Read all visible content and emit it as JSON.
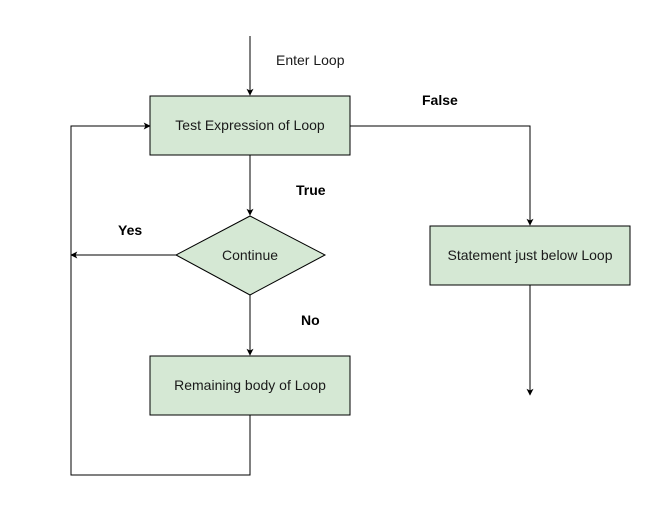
{
  "colors": {
    "node_fill": "#d5e8d4",
    "node_stroke": "#000000",
    "edge_stroke": "#000000",
    "background": "#ffffff"
  },
  "entry_label": "Enter Loop",
  "nodes": {
    "test_expression": {
      "label": "Test Expression of Loop",
      "shape": "rectangle"
    },
    "continue_decision": {
      "label": "Continue",
      "shape": "diamond"
    },
    "remaining_body": {
      "label": "Remaining body of Loop",
      "shape": "rectangle"
    },
    "statement_below": {
      "label": "Statement just below Loop",
      "shape": "rectangle"
    }
  },
  "edge_labels": {
    "false": "False",
    "true": "True",
    "yes": "Yes",
    "no": "No"
  }
}
